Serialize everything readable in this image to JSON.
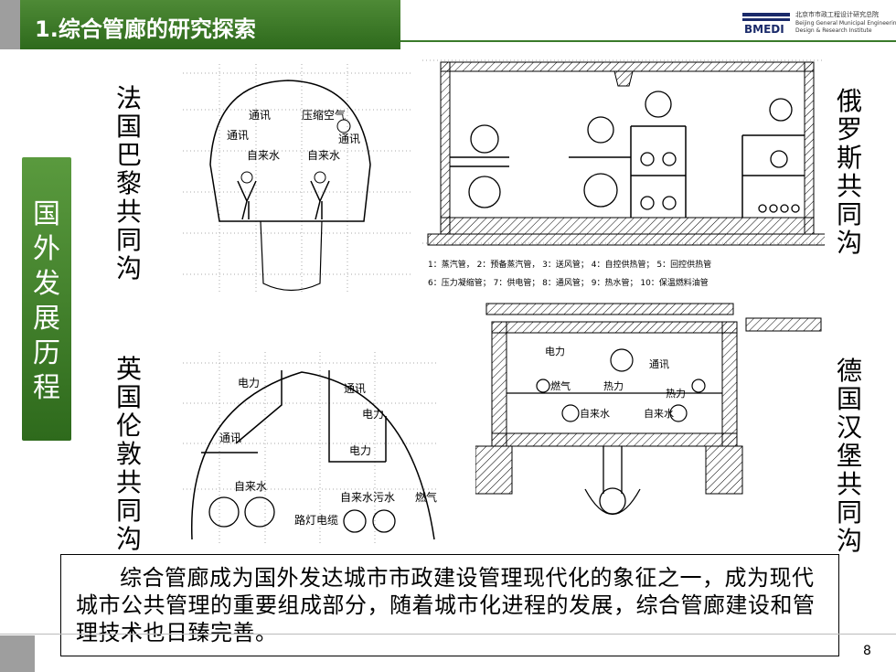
{
  "header": {
    "title": "1.综合管廊的研究探索",
    "logo_text": "BMEDI",
    "institute_cn": "北京市市政工程设计研究总院",
    "institute_en1": "Beijing General Municipal Engineering",
    "institute_en2": "Design & Research Institute"
  },
  "sidebar": {
    "label": "国外发展历程"
  },
  "labels": {
    "paris": "法国巴黎共同沟",
    "london": "英国伦敦共同沟",
    "russia": "俄罗斯共同沟",
    "hamburg": "德国汉堡共同沟"
  },
  "paris_diagram": {
    "tongxun1": "通讯",
    "yasuo": "压缩空气",
    "tongxun2": "通讯",
    "tongxun3": "通讯",
    "zilaishui1": "自来水",
    "zilaishui2": "自来水"
  },
  "london_diagram": {
    "dianli1": "电力",
    "tongxun1": "通讯",
    "dianli2": "电力",
    "tongxun2": "通讯",
    "dianli3": "电力",
    "zilaishui": "自来水",
    "ludeng": "路灯电缆",
    "zilaishui_wushui": "自来水污水",
    "ranqi": "燃气"
  },
  "russia_diagram": {
    "legend_line1": "1：蒸汽管，  2：预备蒸汽管，  3：送风管；  4：自控供热管；  5：回控供热管",
    "legend_line2": "6：压力凝缩管；  7：供电管；  8：通风管；  9：热水管；  10：保温燃料油管"
  },
  "hamburg_diagram": {
    "dianli": "电力",
    "tongxun": "通讯",
    "ranqi": "燃气",
    "reli1": "热力",
    "reli2": "热力",
    "zilaishui1": "自来水",
    "zilaishui2": "自来水"
  },
  "paragraph": "综合管廊成为国外发达城市市政建设管理现代化的象征之一，成为现代城市公共管理的重要组成部分，随着城市化进程的发展，综合管廊建设和管理技术也日臻完善。",
  "page_number": "8"
}
